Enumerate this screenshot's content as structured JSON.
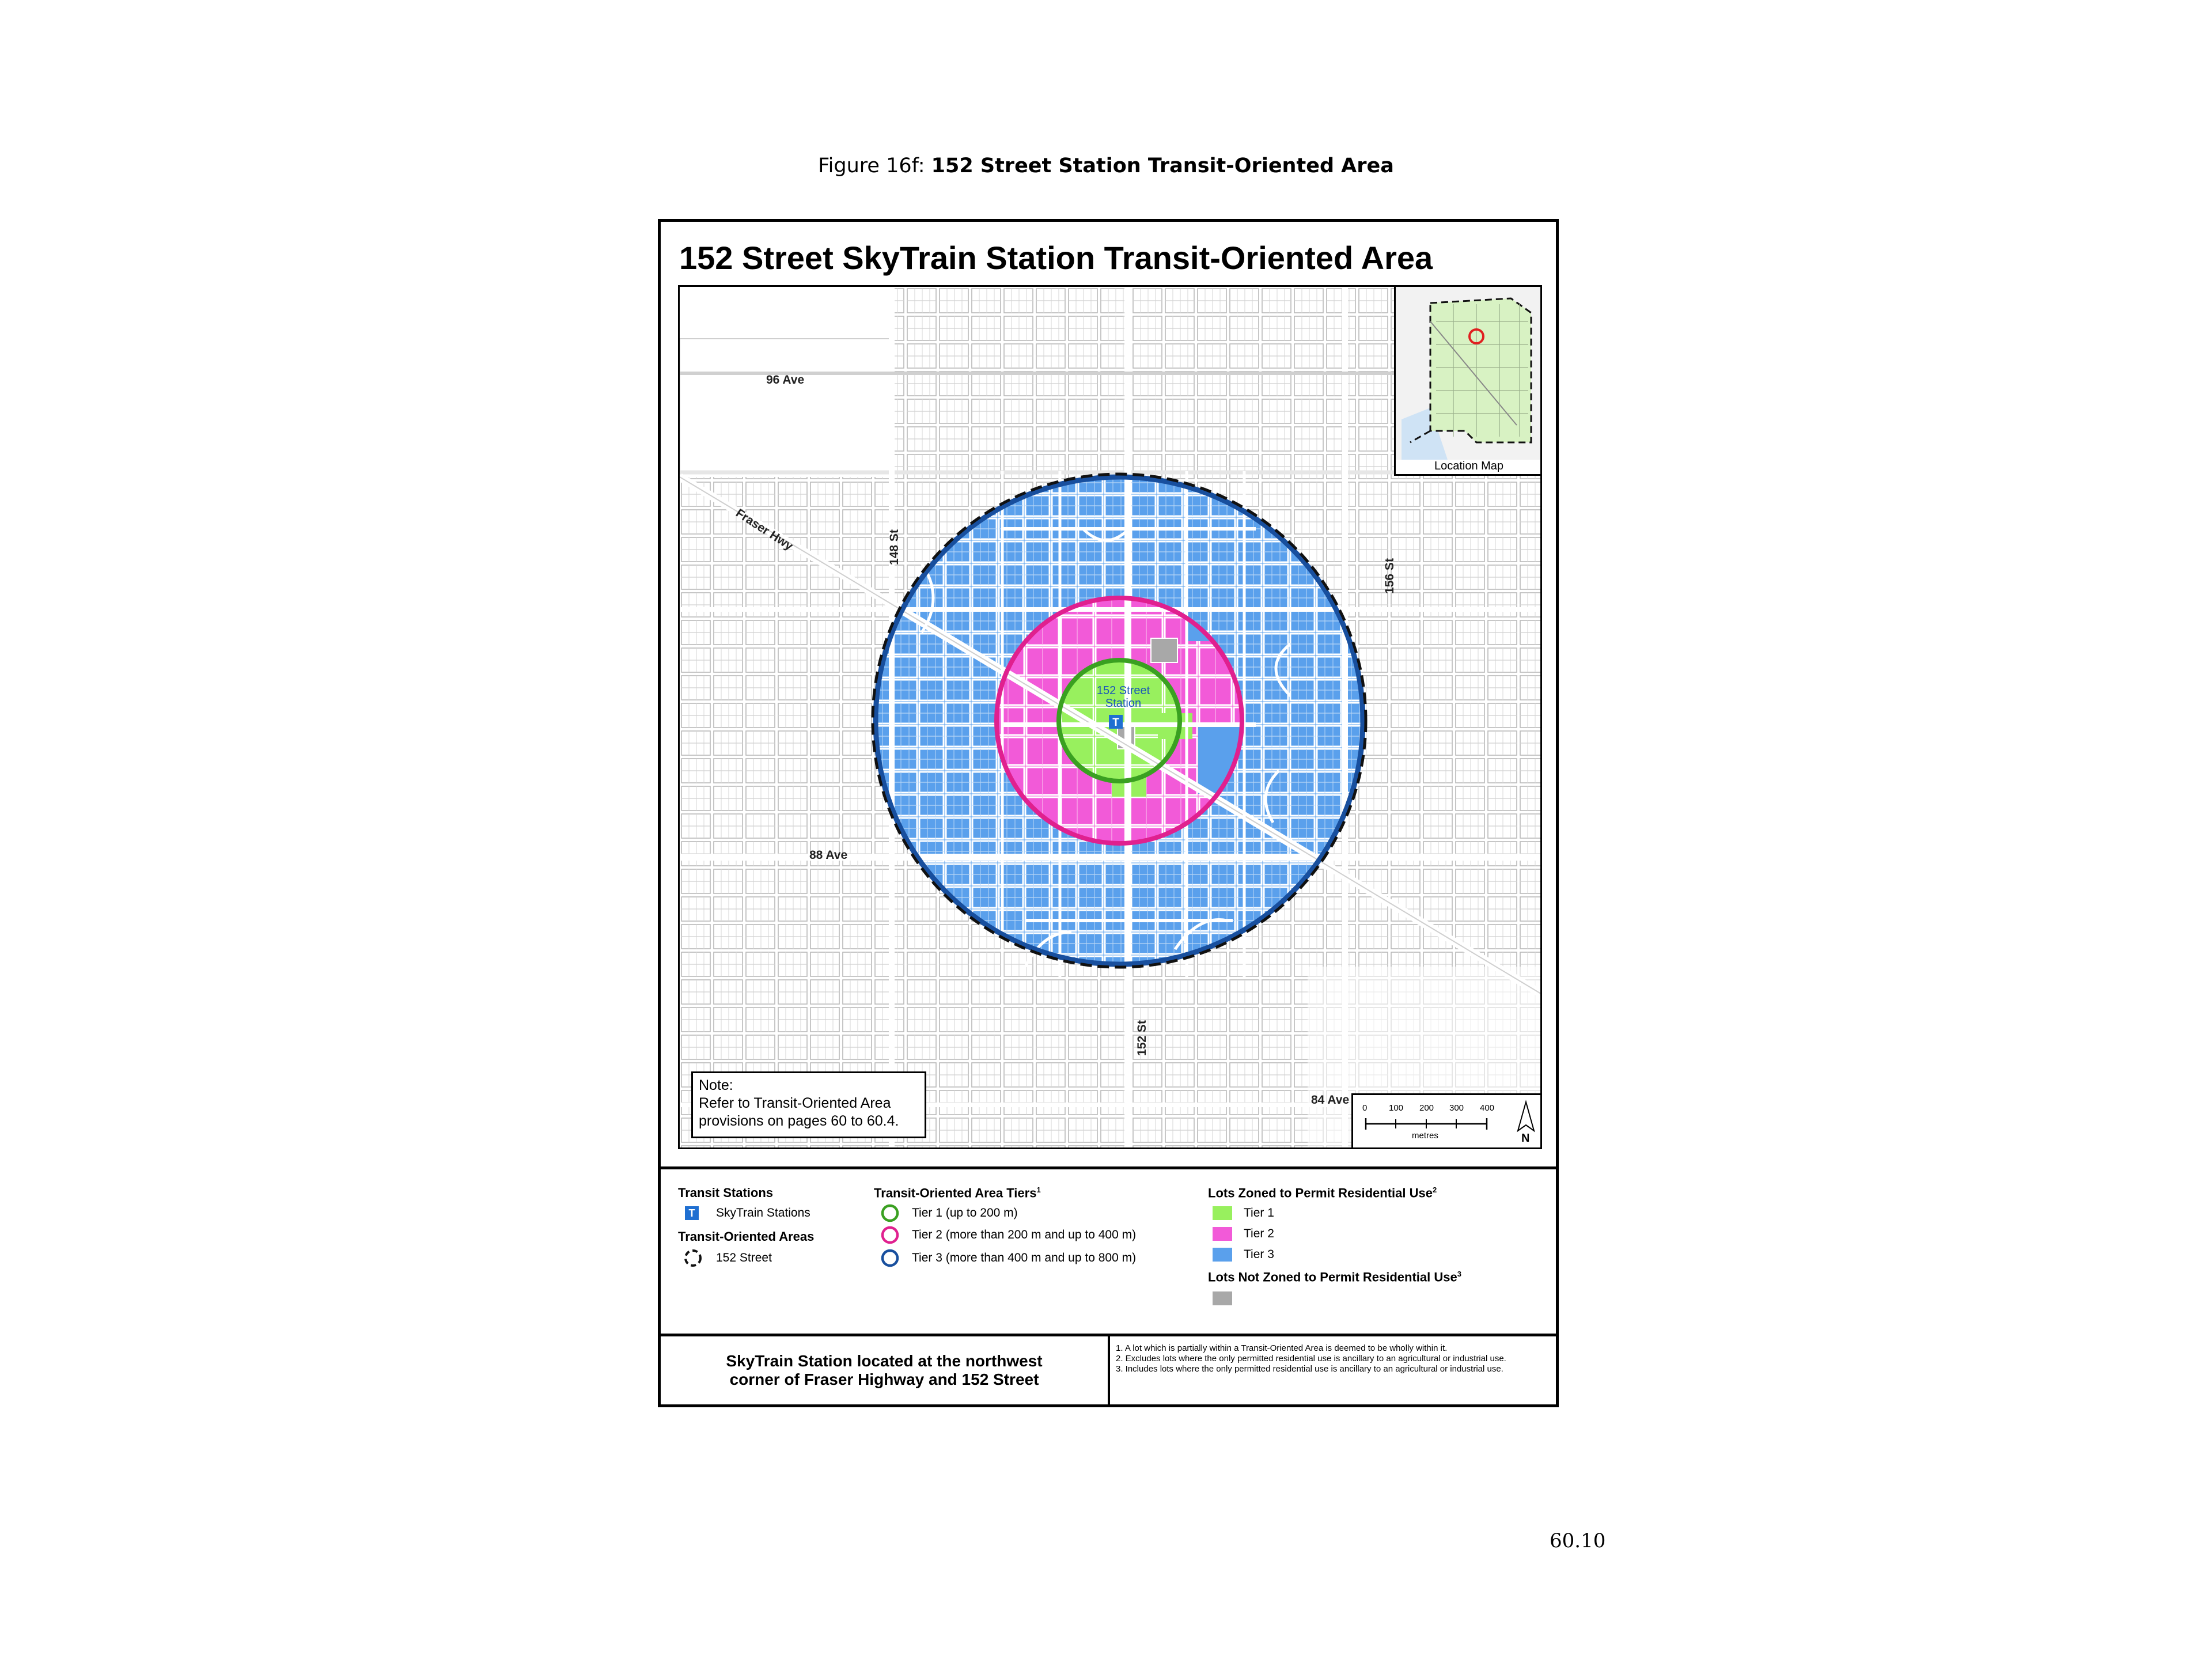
{
  "caption": {
    "prefix": "Figure 16f: ",
    "title": "152 Street Station Transit-Oriented Area"
  },
  "map": {
    "title": "152 Street SkyTrain Station Transit-Oriented Area",
    "streets": {
      "ave96": "96 Ave",
      "fraser": "Fraser Hwy",
      "st148": "148 St",
      "st156": "156 St",
      "ave88": "88 Ave",
      "st152": "152 St",
      "ave84": "84 Ave"
    },
    "station_label": [
      "152 Street",
      "Station"
    ],
    "inset_label": "Location Map",
    "note": [
      "Note:",
      "Refer to Transit-Oriented Area",
      "provisions on pages 60 to 60.4."
    ],
    "scale": {
      "ticks": [
        "0",
        "100",
        "200",
        "300",
        "400"
      ],
      "unit": "metres"
    },
    "north": "N",
    "colors": {
      "tier1": "#98f05e",
      "tier2": "#f25ad8",
      "tier3": "#5aa0ec",
      "not_zoned": "#a8a8a8",
      "ring1": "#3aa021",
      "ring2": "#e0208f",
      "ring3": "#184f9e"
    }
  },
  "legend": {
    "transit_stations": {
      "heading": "Transit Stations",
      "item": "SkyTrain Stations"
    },
    "toa": {
      "heading": "Transit-Oriented Areas",
      "item": "152 Street"
    },
    "tiers": {
      "heading": "Transit-Oriented Area Tiers",
      "sup": "1",
      "items": [
        "Tier 1 (up to 200 m)",
        "Tier 2 (more than 200 m and up to 400 m)",
        "Tier 3 (more than 400 m and up to 800 m)"
      ]
    },
    "lots": {
      "heading": "Lots Zoned to Permit Residential Use",
      "sup": "2",
      "items": [
        "Tier 1",
        "Tier 2",
        "Tier 3"
      ]
    },
    "not_zoned": {
      "heading": "Lots Not Zoned to Permit Residential Use",
      "sup": "3"
    }
  },
  "bottom": {
    "location": [
      "SkyTrain Station located at the northwest",
      "corner of Fraser Highway and 152 Street"
    ],
    "footnotes": [
      "1. A lot which is partially within a Transit-Oriented Area is deemed to be wholly within it.",
      "2. Excludes lots where the only permitted residential use is ancillary to an agricultural or industrial use.",
      "3. Includes lots where the only permitted residential use is ancillary to an agricultural or industrial use."
    ]
  },
  "page_number": "60.10"
}
